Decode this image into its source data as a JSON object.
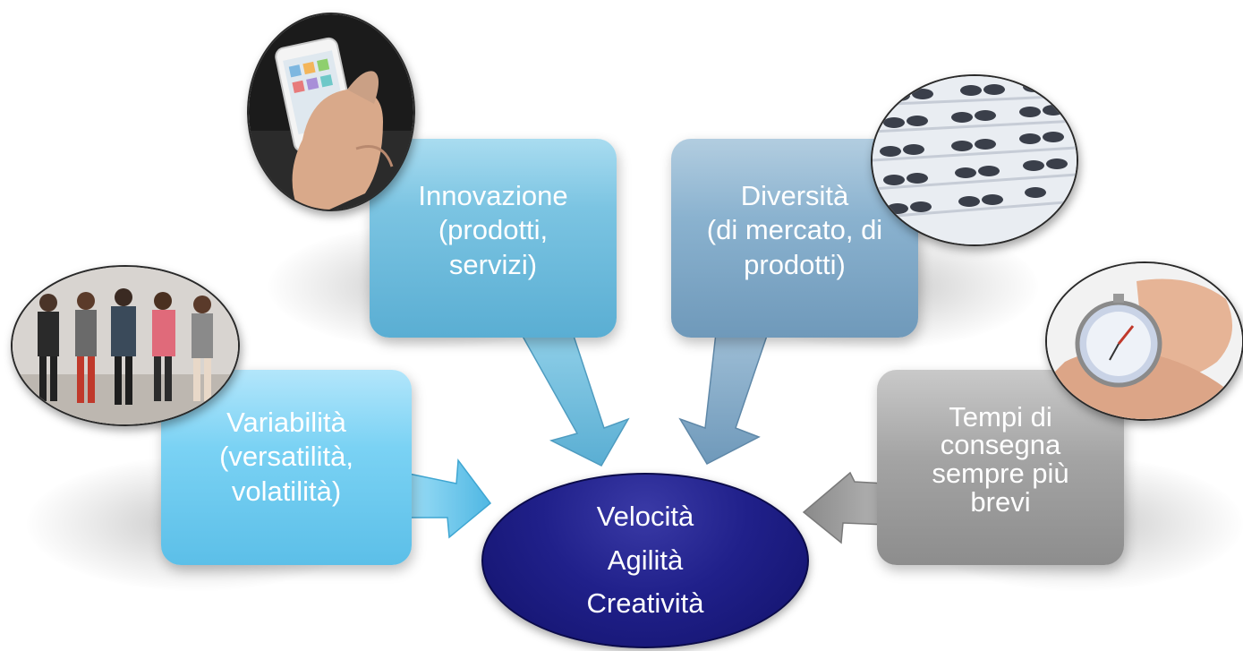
{
  "boxes": {
    "innovazione": {
      "lines": [
        "Innovazione",
        "(prodotti,",
        "servizi)"
      ],
      "color": "#6bbad9"
    },
    "diversita": {
      "lines": [
        "Diversità",
        "(di mercato, di",
        "prodotti)"
      ],
      "color": "#7ea7c6"
    },
    "variabilita": {
      "lines": [
        "Variabilità",
        "(versatilità,",
        "volatilità)"
      ],
      "color": "#6ccaf0"
    },
    "tempi": {
      "lines": [
        "Tempi di",
        "consegna",
        "sempre più",
        "brevi"
      ],
      "color": "#9a9a9a"
    }
  },
  "center": {
    "lines": [
      "Velocità",
      "Agilità",
      "Creatività"
    ],
    "color": "#1c1c80"
  },
  "photos": {
    "innovazione": "smartphone-photo",
    "diversita": "sunglasses-shelf-photo",
    "variabilita": "fashion-runway-photo",
    "tempi": "stopwatch-photo"
  }
}
